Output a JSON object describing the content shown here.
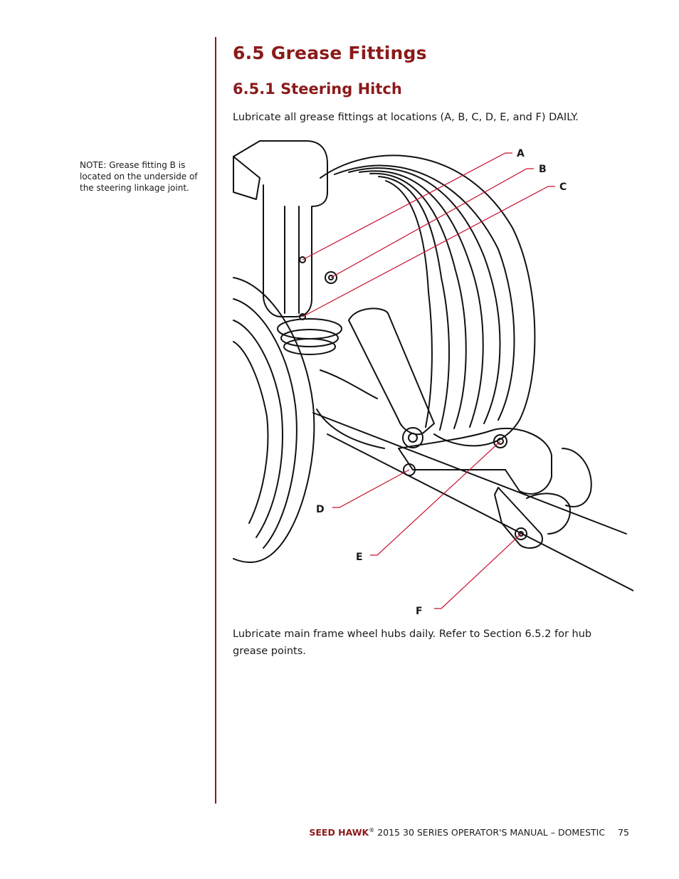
{
  "sidebar": {
    "note": "NOTE: Grease fitting B is located on the underside of the steering linkage joint."
  },
  "header": {
    "section_title": "6.5 Grease Fittings",
    "subsection_title": "6.5.1 Steering Hitch"
  },
  "body": {
    "intro": "Lubricate all grease fittings at locations (A, B, C, D, E, and F) DAILY.",
    "after_figure": "Lubricate main frame wheel hubs daily. Refer to Section 6.5.2 for hub grease points."
  },
  "figure": {
    "callouts": {
      "a": "A",
      "b": "B",
      "c": "C",
      "d": "D",
      "e": "E",
      "f": "F"
    },
    "leader_color": "#c8102e"
  },
  "footer": {
    "brand": "SEED HAWK",
    "registered": "®",
    "manual": "2015 30 SERIES OPERATOR'S MANUAL – DOMESTIC",
    "page_number": "75"
  },
  "colors": {
    "accent": "#8b1a1a",
    "text": "#1a1a1a"
  }
}
